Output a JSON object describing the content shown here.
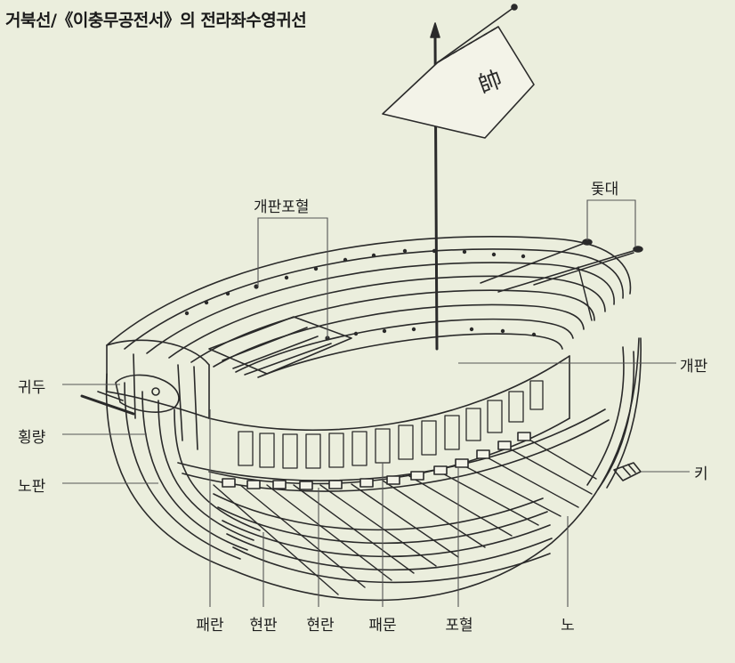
{
  "title": "거북선/《이충무공전서》의 전라좌수영귀선",
  "labels": {
    "gaepan_pohyeol": "개판포혈",
    "dotdae": "돛대",
    "gaepan": "개판",
    "gwidu": "귀두",
    "hoengnyang": "횡량",
    "nopan": "노판",
    "ki": "키",
    "paeran": "패란",
    "hyeonpan": "현판",
    "hyeonran": "현란",
    "paemun": "패문",
    "pohyeol": "포혈",
    "no": "노"
  },
  "flag": {
    "glyph": "帥"
  },
  "colors": {
    "background": "#ebeedd",
    "line": "#2a2a2a",
    "leader": "#555555"
  }
}
